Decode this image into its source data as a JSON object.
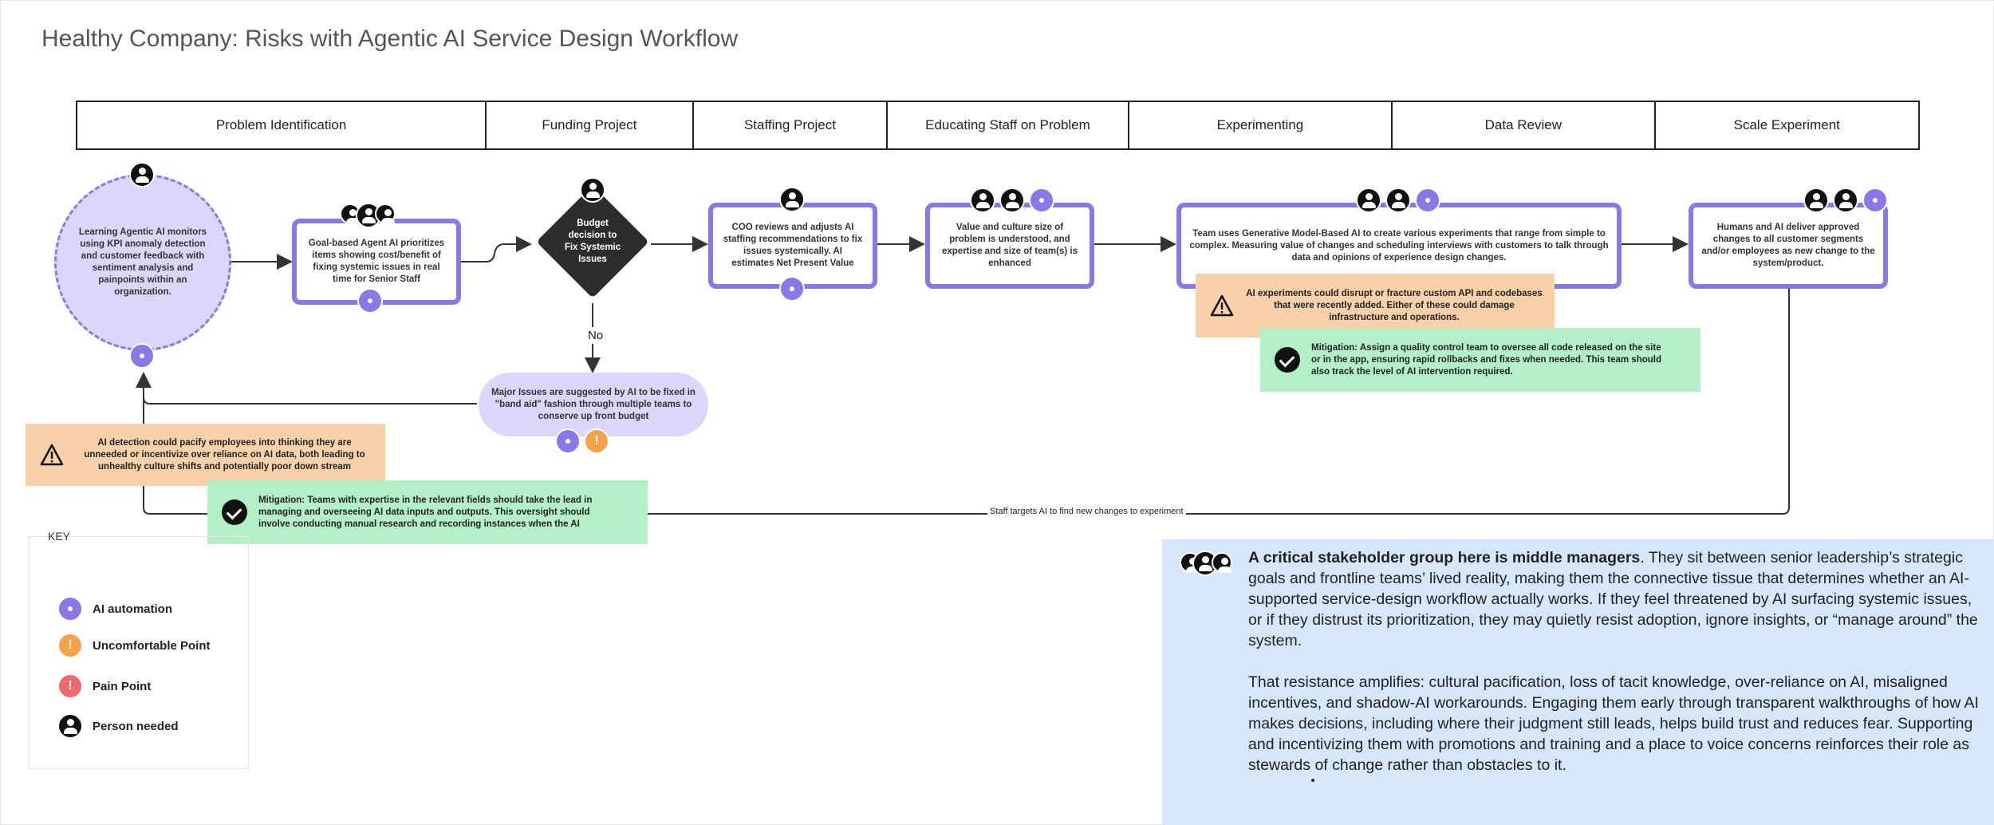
{
  "title": "Healthy Company: Risks with Agentic AI Service Design Workflow",
  "stages": [
    "Problem Identification",
    "Funding Project",
    "Staffing Project",
    "Educating Staff on Problem",
    "Experimenting",
    "Data Review",
    "Scale Experiment"
  ],
  "nodes": {
    "learning": "Learning Agentic AI monitors using KPI anomaly detection and customer feedback with sentiment analysis and painpoints within an organization.",
    "goal_based": "Goal-based Agent AI prioritizes items showing cost/benefit of fixing systemic issues in real time for Senior Staff",
    "budget": "Budget decision to Fix Systemic Issues",
    "coo": "COO reviews and adjusts AI staffing recommendations to fix issues systemically. AI estimates Net Present Value",
    "value_culture": "Value and culture size of problem is understood, and expertise and size of team(s) is enhanced",
    "team_uses": "Team uses Generative Model-Based AI to create various experiments that range from simple to complex. Measuring value of changes and scheduling interviews with customers to talk through data and opinions of experience design changes.",
    "humans_ai": "Humans and AI deliver approved changes to all customer segments and/or employees as new change to the system/product.",
    "major_issues": "Major Issues are suggested by AI to be fixed in \"band aid\" fashion through multiple teams to conserve up front budget"
  },
  "edge_labels": {
    "no": "No",
    "staff_targets": "Staff targets AI to find new changes to experiment"
  },
  "notes": {
    "risk_experiments": "AI experiments could disrupt or fracture custom API and codebases that were recently added. Either of these could damage infrastructure and operations.",
    "mitigation_experiments": "Mitigation: Assign a quality control team to oversee all code released on the site or in the app, ensuring rapid rollbacks and fixes when needed. This team should also track the level of AI intervention required.",
    "risk_detection": "AI detection could pacify employees into thinking they are unneeded or incentivize over reliance on AI data, both leading to unhealthy culture shifts and potentially poor down stream",
    "mitigation_detection": "Mitigation: Teams with expertise in the relevant fields should take the lead in managing and overseeing AI data inputs and outputs. This oversight should involve conducting manual research and recording instances when the AI"
  },
  "key": {
    "title": "KEY",
    "items": [
      {
        "label": "AI automation",
        "icon": "ai-automation-icon",
        "color": "#8b78e6"
      },
      {
        "label": "Uncomfortable Point",
        "icon": "uncomfortable-point-icon",
        "color": "#f5a24b"
      },
      {
        "label": "Pain Point",
        "icon": "pain-point-icon",
        "color": "#ef6a6a"
      },
      {
        "label": "Person needed",
        "icon": "person-needed-icon",
        "color": "#111111"
      }
    ]
  },
  "info": {
    "lead_bold": "A critical stakeholder group here is middle managers",
    "lead_rest": ". They sit between senior leadership’s strategic goals and frontline teams’ lived reality, making them the connective tissue that determines whether an AI-supported service-design workflow actually works. If they feel threatened by AI surfacing systemic issues, or if they distrust its prioritization, they may quietly resist adoption, ignore insights, or “manage around” the system.",
    "para2": "That resistance amplifies: cultural pacification, loss of tacit knowledge, over-reliance on AI, misaligned incentives, and shadow-AI workarounds. Engaging them early through transparent walkthroughs of how AI makes decisions, including where their judgment still leads, helps build trust and reduces fear. Supporting and incentivizing them with promotions and training and a place to voice concerns reinforces their role as stewards of change rather than obstacles to it."
  },
  "colors": {
    "ai_purple": "#8b78e6",
    "lavender_fill": "#ddd6fb",
    "warning_orange": "#f8d1aa",
    "mitigation_green": "#b3f0c8",
    "info_blue": "#d6e6fb"
  }
}
